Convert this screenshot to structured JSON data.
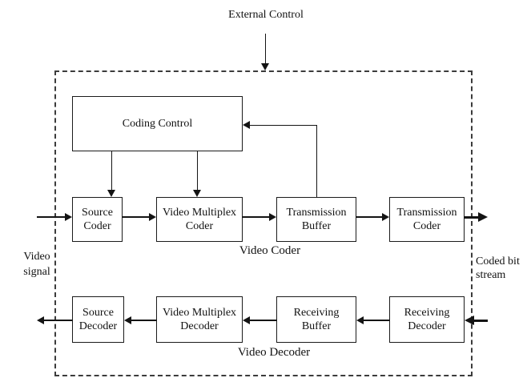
{
  "diagram": {
    "external_control_label": "External Control",
    "boxes": {
      "coding_control": "Coding Control",
      "source_coder": "Source Coder",
      "video_multiplex_coder": "Video Multiplex Coder",
      "transmission_buffer": "Transmission Buffer",
      "transmission_coder": "Transmission Coder",
      "source_decoder": "Source Decoder",
      "video_multiplex_decoder": "Video Multiplex Decoder",
      "receiving_buffer": "Receiving Buffer",
      "receiving_decoder": "Receiving Decoder"
    },
    "section_labels": {
      "video_coder": "Video Coder",
      "video_decoder": "Video Decoder"
    },
    "io_labels": {
      "video_signal": "Video signal",
      "coded_bit_stream": "Coded bit stream"
    },
    "colors": {
      "line": "#141414",
      "background": "#ffffff",
      "box_fill": "#ffffff",
      "boundary": "#3c3c3c"
    }
  }
}
